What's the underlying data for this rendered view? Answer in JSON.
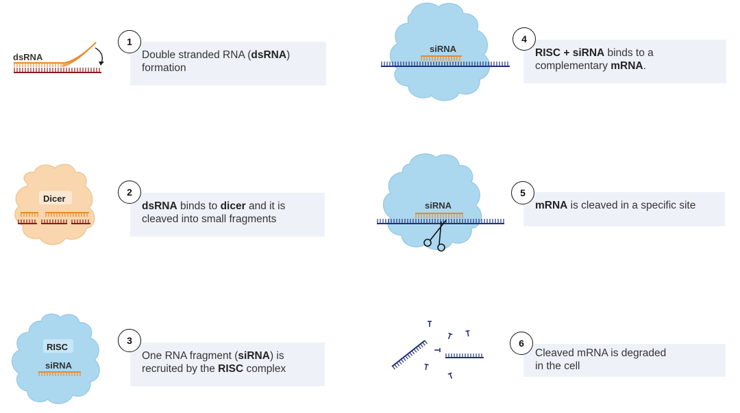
{
  "steps": [
    {
      "number": "1",
      "segments": [
        {
          "t": "Double stranded RNA (",
          "b": false
        },
        {
          "t": "dsRNA",
          "b": true
        },
        {
          "t": ")",
          "b": false
        },
        {
          "t": "\n",
          "b": false
        },
        {
          "t": "formation",
          "b": false
        }
      ]
    },
    {
      "number": "2",
      "segments": [
        {
          "t": "dsRNA",
          "b": true
        },
        {
          "t": " binds to ",
          "b": false
        },
        {
          "t": "dicer",
          "b": true
        },
        {
          "t": " and it is",
          "b": false
        },
        {
          "t": "\n",
          "b": false
        },
        {
          "t": "cleaved into small fragments",
          "b": false
        }
      ]
    },
    {
      "number": "3",
      "segments": [
        {
          "t": "One RNA fragment (",
          "b": false
        },
        {
          "t": "siRNA",
          "b": true
        },
        {
          "t": ") is",
          "b": false
        },
        {
          "t": "\n",
          "b": false
        },
        {
          "t": "recruited by the ",
          "b": false
        },
        {
          "t": "RISC",
          "b": true
        },
        {
          "t": " complex",
          "b": false
        }
      ]
    },
    {
      "number": "4",
      "segments": [
        {
          "t": "RISC + siRNA",
          "b": true
        },
        {
          "t": " binds to a",
          "b": false
        },
        {
          "t": "\n",
          "b": false
        },
        {
          "t": "complementary ",
          "b": false
        },
        {
          "t": "mRNA",
          "b": true
        },
        {
          "t": ".",
          "b": false
        }
      ]
    },
    {
      "number": "5",
      "segments": [
        {
          "t": "mRNA",
          "b": true
        },
        {
          "t": " is cleaved in a specific site",
          "b": false
        }
      ]
    },
    {
      "number": "6",
      "segments": [
        {
          "t": "Cleaved mRNA is degraded",
          "b": false
        },
        {
          "t": "\n",
          "b": false
        },
        {
          "t": "in the cell",
          "b": false
        }
      ]
    }
  ],
  "illustrations": {
    "dsrna_label": "dsRNA",
    "dicer_label": "Dicer",
    "risc_label": "RISC",
    "sirna_label": "siRNA"
  },
  "colors": {
    "orange_strand": "#e8892a",
    "red_strand": "#8b1a1a",
    "blue_strand": "#22307a",
    "risc_blob": "#acd8ef",
    "dicer_blob": "#f9d6ad",
    "step_box": "#eef2f8"
  }
}
